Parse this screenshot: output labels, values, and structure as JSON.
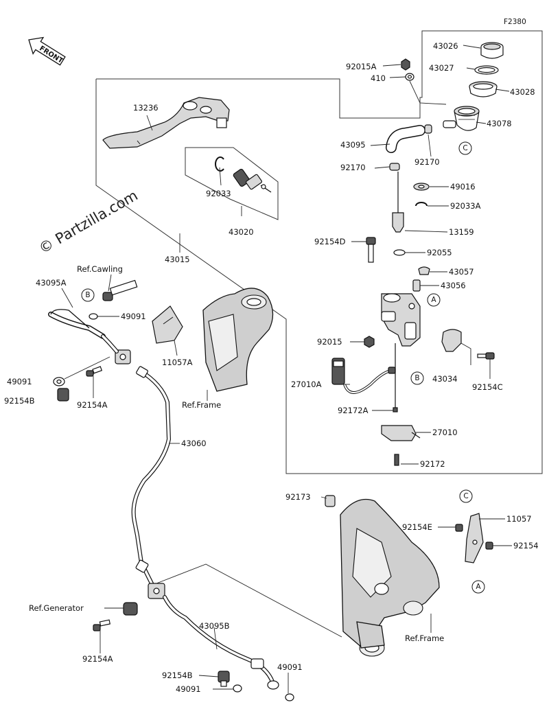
{
  "diagram_code": "F2380",
  "watermark": "© Partzilla.com",
  "front_label": "FRONT",
  "ref_markers": [
    "A",
    "B",
    "C"
  ],
  "labels": {
    "p43026": "43026",
    "p43027": "43027",
    "p43028": "43028",
    "p43078": "43078",
    "p92015A": "92015A",
    "p410": "410",
    "p13236": "13236",
    "p43095": "43095",
    "p92170a": "92170",
    "p92170b": "92170",
    "p49016": "49016",
    "p92033A": "92033A",
    "p92033": "92033",
    "p13159": "13159",
    "p43020": "43020",
    "p92154D": "92154D",
    "p92055": "92055",
    "p43015": "43015",
    "p43057": "43057",
    "p43056": "43056",
    "p43095A": "43095A",
    "refCawling": "Ref.Cawling",
    "p49091a": "49091",
    "p11057A": "11057A",
    "p92015": "92015",
    "p43034": "43034",
    "p92154C": "92154C",
    "p49091b": "49091",
    "p92154B": "92154B",
    "p92154A": "92154A",
    "refFrame1": "Ref.Frame",
    "p27010A": "27010A",
    "p92172A": "92172A",
    "p27010": "27010",
    "p92172": "92172",
    "p43060": "43060",
    "p92173": "92173",
    "p11057": "11057",
    "p92154E": "92154E",
    "p92154": "92154",
    "refGenerator": "Ref.Generator",
    "p43095B": "43095B",
    "p92154A2": "92154A",
    "refFrame2": "Ref.Frame",
    "p49091c": "49091",
    "p92154B2": "92154B",
    "p49091d": "49091"
  }
}
